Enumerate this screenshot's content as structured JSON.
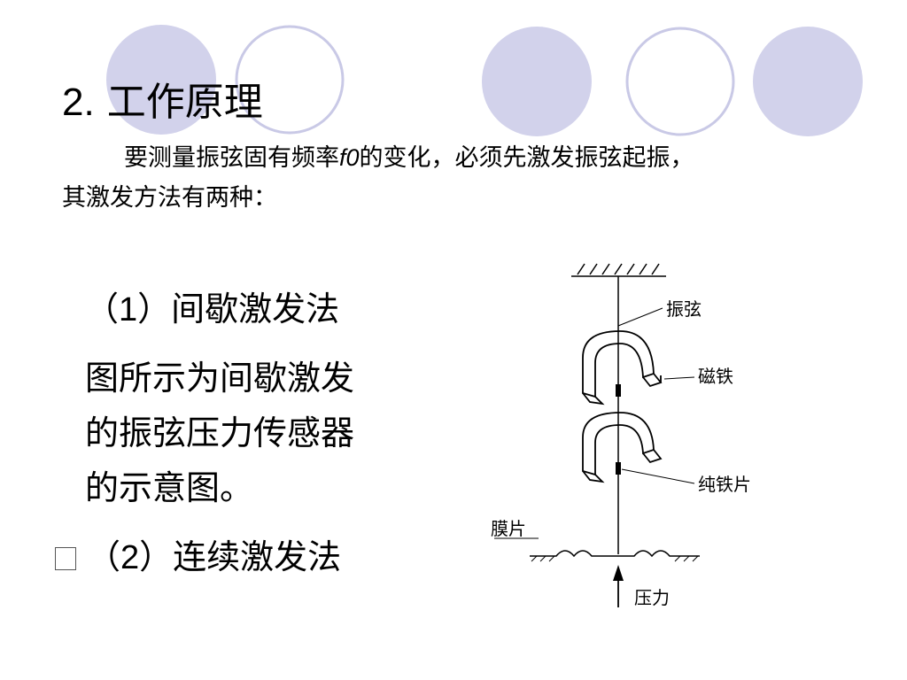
{
  "title": {
    "number": "2.",
    "text": "工作原理"
  },
  "intro": {
    "line1_before": "要测量振弦固有频率",
    "line1_symbol": "f0",
    "line1_after": "的变化，必须先激发振弦起振，",
    "line2": "其激发方法有两种："
  },
  "methods": [
    {
      "paren_open": "（",
      "number": "1",
      "paren_close": "）",
      "label": "间歇激发法"
    },
    {
      "paren_open": "（",
      "number": "2",
      "paren_close": "）",
      "label": "连续激发法"
    }
  ],
  "description_lines": [
    "图所示为间歇激发",
    "的振弦压力传感器",
    "的示意图。"
  ],
  "diagram": {
    "labels": {
      "string": "振弦",
      "magnet": "磁铁",
      "iron": "纯铁片",
      "membrane": "膜片",
      "pressure": "压力"
    }
  },
  "colors": {
    "circle_fill": "#d2d2eb",
    "circle_outline": "#c9c9e6",
    "text": "#000000"
  }
}
